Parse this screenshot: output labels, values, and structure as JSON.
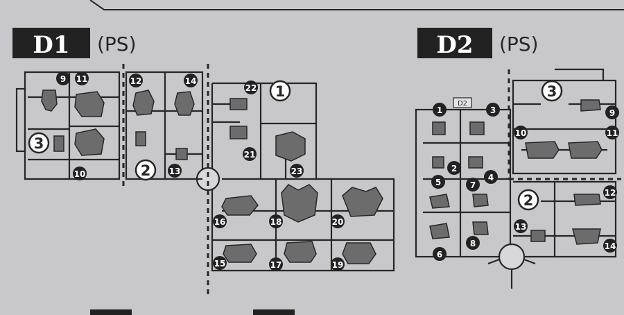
{
  "runners": [
    {
      "name": "D1",
      "material": "(PS)"
    },
    {
      "name": "D2",
      "material": "(PS)"
    }
  ],
  "runner_tag": "D2",
  "d1": {
    "sections": {
      "s1": "1",
      "s2": "2",
      "s3": "3"
    },
    "parts": [
      "9",
      "11",
      "10",
      "12",
      "14",
      "13",
      "22",
      "21",
      "23",
      "16",
      "18",
      "20",
      "15",
      "17",
      "19"
    ]
  },
  "d2": {
    "sections": {
      "s2": "2",
      "s3": "3"
    },
    "parts": [
      "1",
      "3",
      "2",
      "4",
      "5",
      "7",
      "8",
      "6",
      "9",
      "11",
      "10",
      "12",
      "13",
      "14"
    ]
  },
  "colors": {
    "background": "#c8c8cc",
    "line": "#262626",
    "badge_fill": "#222222",
    "badge_text": "#ffffff",
    "part_fill": "#6c6c6c"
  }
}
